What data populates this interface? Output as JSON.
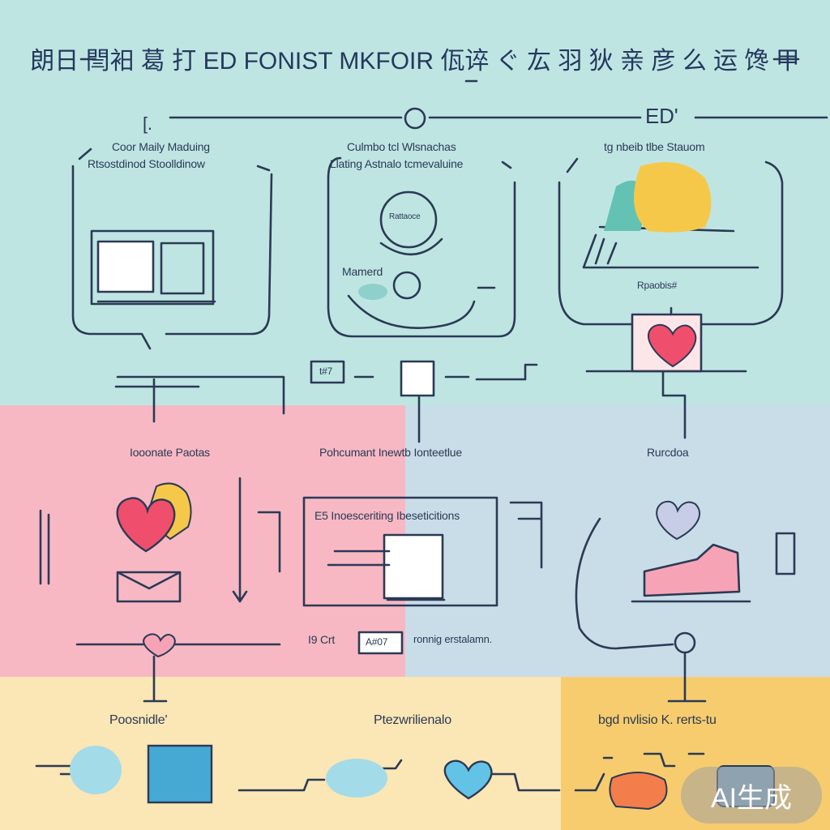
{
  "colors": {
    "top_bg": "#bfe5e3",
    "pink_bg": "#f7b8c4",
    "blue_bg": "#c9dde9",
    "yellow_bg": "#fbe6b5",
    "yellow_dark_bg": "#f7cc6e",
    "ink": "#24395e",
    "heart": "#ef4f6d",
    "accent_yellow": "#f6c84a",
    "accent_teal": "#63c2b4",
    "accent_blue": "#63c3e6",
    "accent_orange": "#f37e4b"
  },
  "header": {
    "title": "朗日 閆衵 葛 打 ED FONIST MKFOIR 佤谇 ぐ 厷 羽 狄 亲 彦 么 运 馋 甲"
  },
  "top_labels": {
    "left_marker": "[.",
    "center_marker": "O",
    "right_marker": "ED'",
    "left_line1": "Coor Maily Maduing",
    "left_line2": "Rtsostdinod Stoolldinow",
    "center_line1": "Culmbo tcl Wlsnachas",
    "center_line2": "Llating Astnalo tcmevaluine",
    "right_line1": "tg nbeib tlbe  Stauom",
    "badge_text": "Rattaoce",
    "side_label": "Mamerd",
    "right_caption": "Rpaobis#",
    "small_box": "t#7"
  },
  "middle_labels": {
    "left_title": "Iooonate Paotas",
    "center_title": "Pohcumant Inewtb Ionteetlue",
    "right_title": "Rurcdoa",
    "panel_title": "E5 Inoesceriting Ibeseticitions",
    "bottom_left": "I9 Crt",
    "bottom_box": "A#07",
    "bottom_right": "ronnig erstalamn."
  },
  "bottom_labels": {
    "left": "Poosnidle'",
    "center": "Ptezwrilienalo",
    "right": "bgd nvlisio  K.  rerts-tu"
  },
  "watermark": {
    "text": "AI生成"
  }
}
